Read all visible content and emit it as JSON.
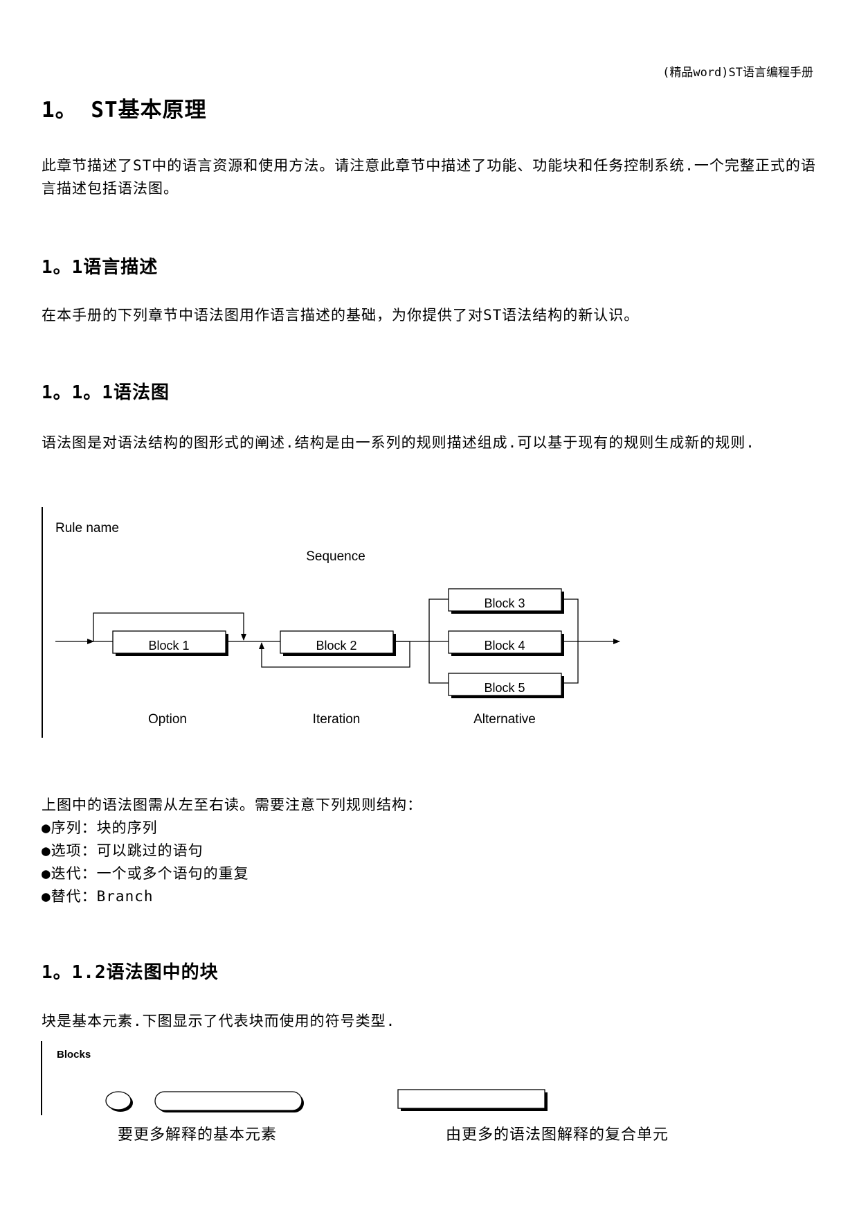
{
  "header": {
    "title": "(精品word)ST语言编程手册"
  },
  "section1": {
    "heading": "1。 ST基本原理",
    "paragraph": "此章节描述了ST中的语言资源和使用方法。请注意此章节中描述了功能、功能块和任务控制系统.一个完整正式的语言描述包括语法图。"
  },
  "section1_1": {
    "heading": "1。1语言描述",
    "paragraph": "在本手册的下列章节中语法图用作语言描述的基础，为你提供了对ST语法结构的新认识。"
  },
  "section1_1_1": {
    "heading": "1。1。1语法图",
    "paragraph": "语法图是对语法结构的图形式的阐述.结构是由一系列的规则描述组成.可以基于现有的规则生成新的规则."
  },
  "diagram1": {
    "rule_name": "Rule name",
    "sequence": "Sequence",
    "block1": "Block 1",
    "block2": "Block 2",
    "block3": "Block 3",
    "block4": "Block 4",
    "block5": "Block 5",
    "option": "Option",
    "iteration": "Iteration",
    "alternative": "Alternative"
  },
  "rules": {
    "intro": "上图中的语法图需从左至右读。需要注意下列规则结构：",
    "items": [
      "●序列：块的序列",
      "●选项：可以跳过的语句",
      "●迭代：一个或多个语句的重复",
      "●替代：Branch"
    ]
  },
  "section1_1_2": {
    "heading": "1。1.2语法图中的块",
    "paragraph": "块是基本元素.下图显示了代表块而使用的符号类型."
  },
  "diagram2": {
    "title": "Blocks",
    "caption_basic": "要更多解释的基本元素",
    "caption_compound": "由更多的语法图解释的复合单元"
  }
}
